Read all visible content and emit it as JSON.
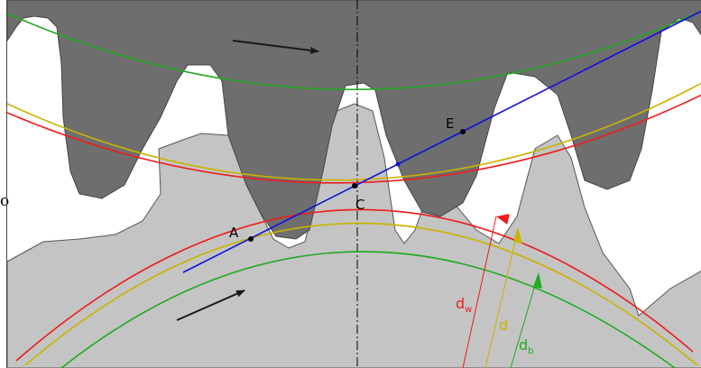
{
  "stray_char": "o",
  "points": {
    "a": "A",
    "c": "C",
    "e": "E"
  },
  "diameters": {
    "dw": {
      "base": "d",
      "sub": "w"
    },
    "d": {
      "base": "d"
    },
    "db": {
      "base": "d",
      "sub": "b"
    }
  },
  "colors": {
    "upper_gear": "#6e6e6e",
    "lower_gear": "#c4c4c4",
    "pitch_circle": "#ee1c1c",
    "reference_circle": "#c8b400",
    "base_circle": "#22aa22",
    "line_of_action": "#1010e0",
    "arrow": "#1a1a1a"
  },
  "icons": [
    "rotation-arrow-icon",
    "rotation-arrow-icon"
  ]
}
